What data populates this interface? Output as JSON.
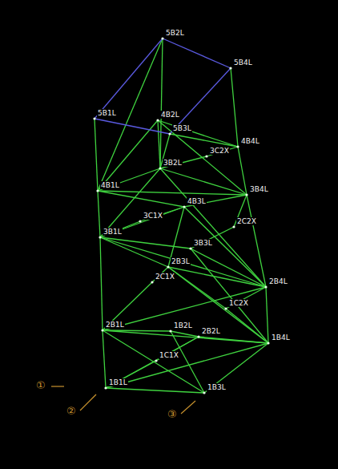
{
  "diagram": {
    "labels": [
      "5B2L",
      "5B4L",
      "5B1L",
      "4B2L",
      "5B3L",
      "3C2X",
      "4B4L",
      "3B2L",
      "3B4L",
      "4B1L",
      "3C1X",
      "4B3L",
      "2C2X",
      "3B1L",
      "3B3L",
      "2B3L",
      "2C1X",
      "2B4L",
      "1C2X",
      "2B1L",
      "1B2L",
      "2B2L",
      "1B4L",
      "1C1X",
      "1B1L",
      "1B3L",
      "①",
      "②",
      "③"
    ]
  }
}
